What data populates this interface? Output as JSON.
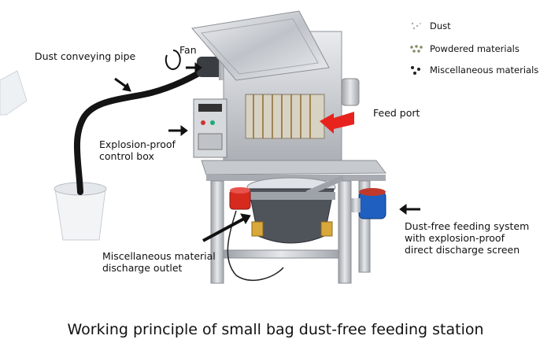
{
  "labels": {
    "fan": "Fan",
    "dust_pipe": "Dust conveying pipe",
    "feed_port": "Feed port",
    "control_box_line1": "Explosion-proof",
    "control_box_line2": "control box",
    "misc_outlet_line1": "Miscellaneous material",
    "misc_outlet_line2": "discharge outlet",
    "feeding_system_line1": "Dust-free feeding system",
    "feeding_system_line2": "with explosion-proof",
    "feeding_system_line3": "direct discharge screen"
  },
  "legend": [
    {
      "label": "Dust",
      "icon": "dust-icon"
    },
    {
      "label": "Powdered materials",
      "icon": "powder-icon"
    },
    {
      "label": "Miscellaneous materials",
      "icon": "misc-material-icon"
    }
  ],
  "caption": "Working principle of small bag dust-free feeding station",
  "colors": {
    "feed_arrow": "#e8231d",
    "motor_blue": "#1f5fbf",
    "motor_red": "#d62a1e",
    "steel": "#c9ccd1"
  }
}
